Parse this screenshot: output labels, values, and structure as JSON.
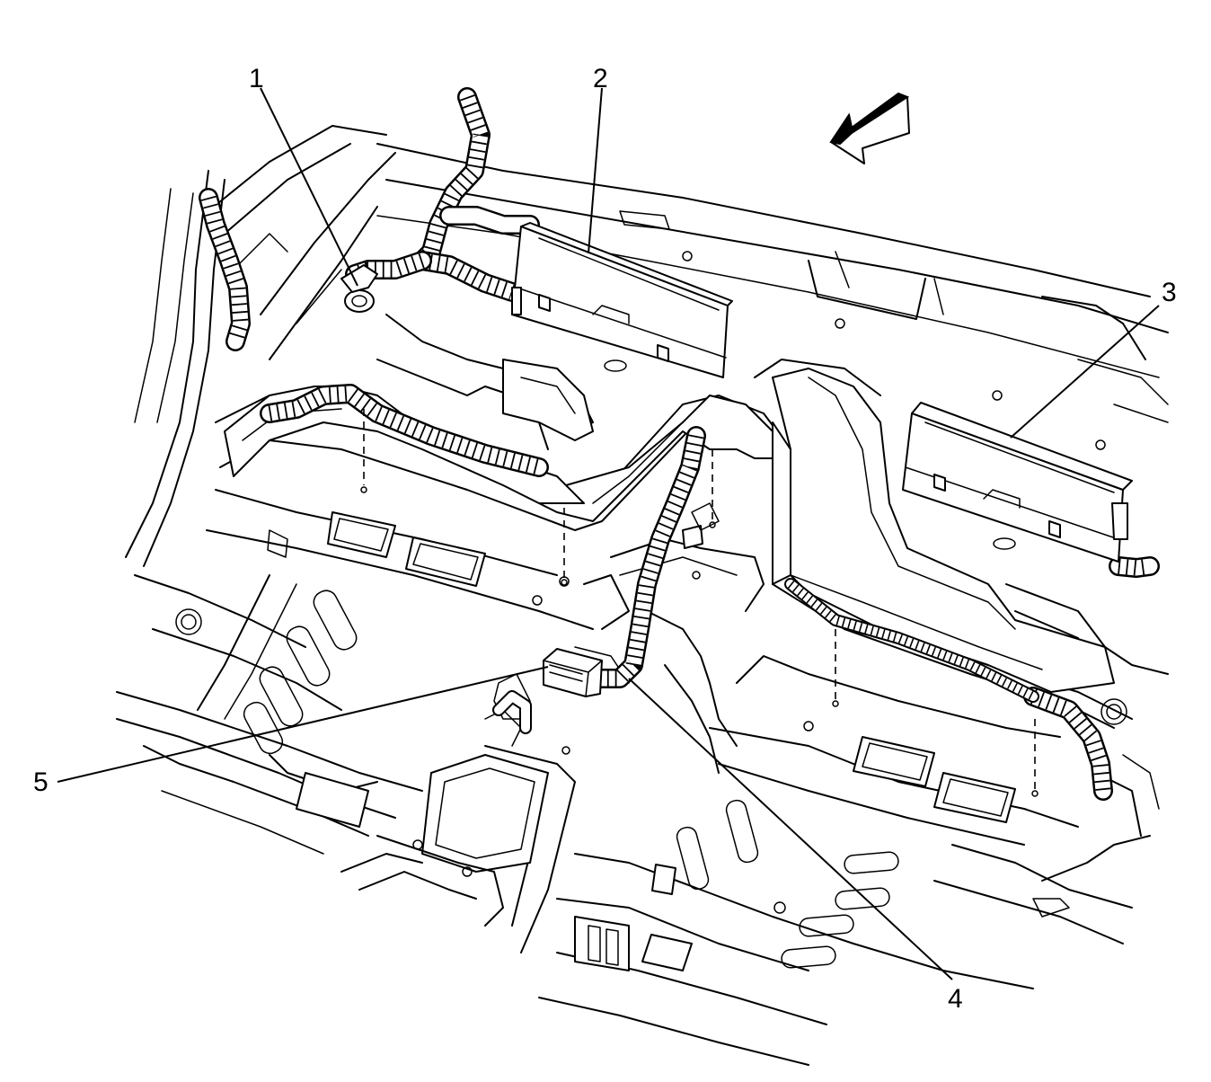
{
  "callouts": [
    {
      "id": 1,
      "label": "1"
    },
    {
      "id": 2,
      "label": "2"
    },
    {
      "id": 3,
      "label": "3"
    },
    {
      "id": 4,
      "label": "4"
    },
    {
      "id": 5,
      "label": "5"
    }
  ],
  "icons": {
    "direction_arrow": "front-direction-arrow-icon"
  },
  "colors": {
    "line": "#000000",
    "background": "#ffffff"
  }
}
